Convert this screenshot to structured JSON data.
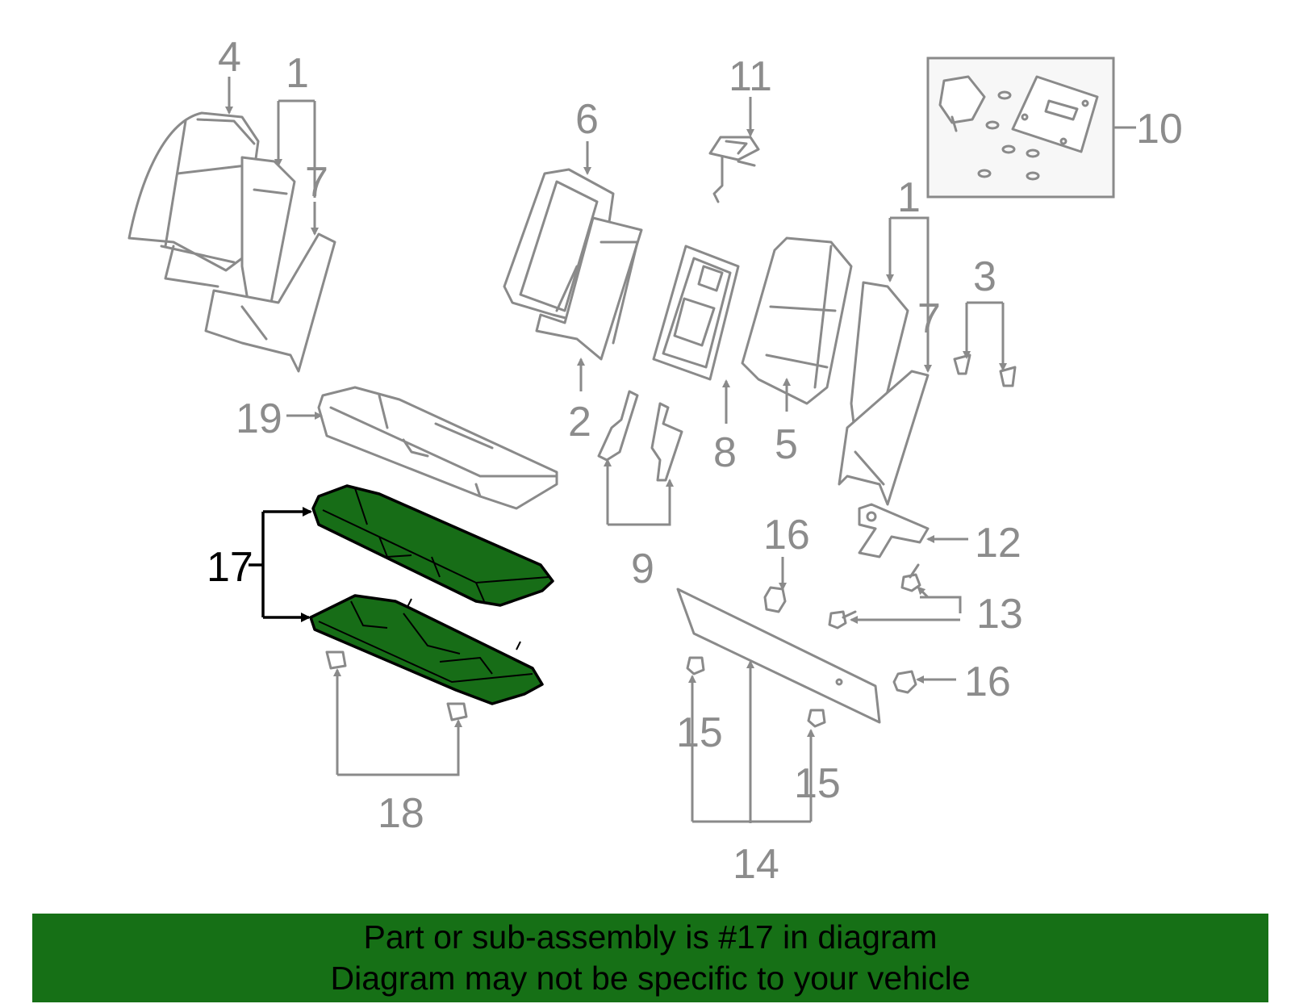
{
  "diagram": {
    "highlight_color": "#176d17",
    "callouts": [
      "4",
      "1",
      "7",
      "6",
      "11",
      "10",
      "1",
      "7",
      "3",
      "19",
      "2",
      "8",
      "5",
      "12",
      "16",
      "9",
      "17",
      "13",
      "16",
      "15",
      "15",
      "18",
      "14"
    ]
  },
  "banner": {
    "background": "#167016",
    "line1": "Part or sub-assembly is #17 in diagram",
    "line2": "Diagram may not be specific to your vehicle"
  }
}
